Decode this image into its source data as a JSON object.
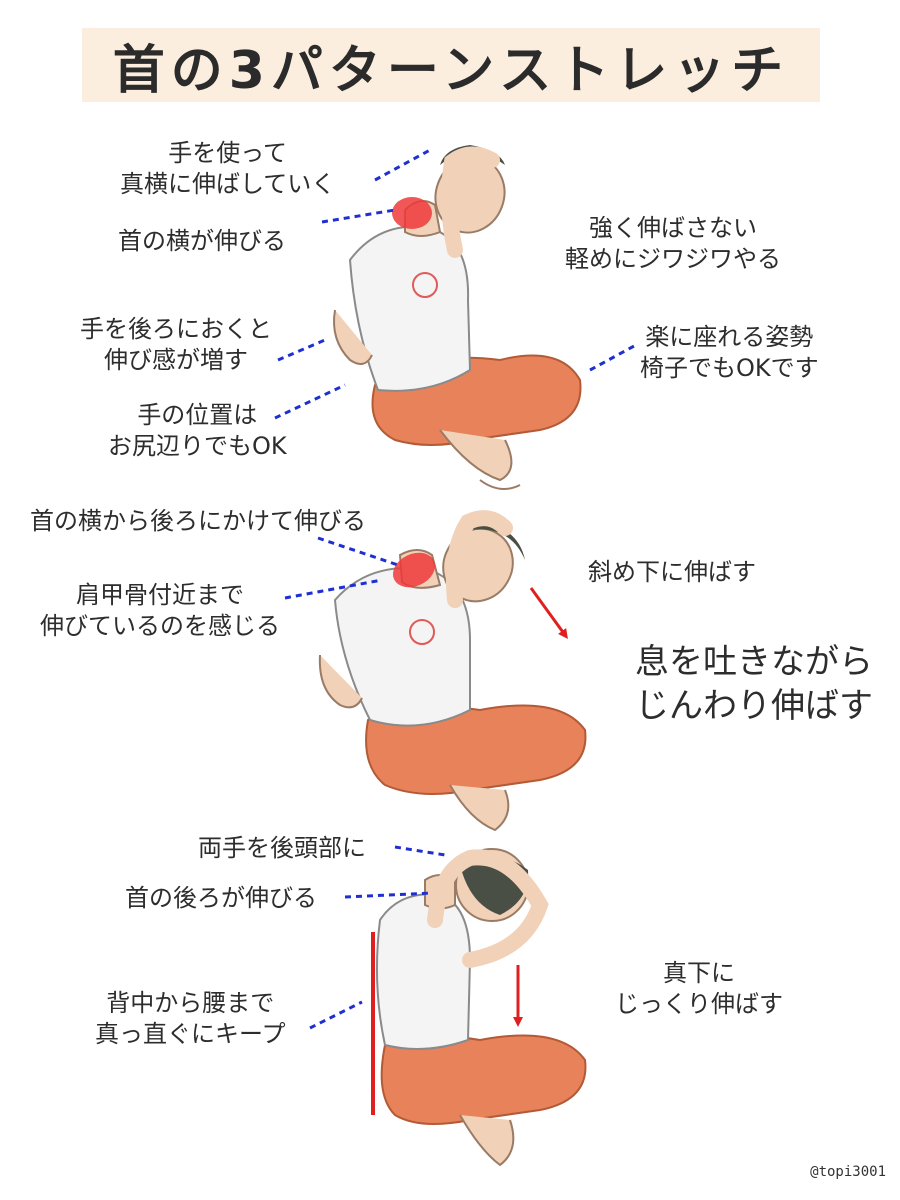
{
  "title": "首の3パターンストレッチ",
  "section1": {
    "callout_hand": [
      "手を使って",
      "真横に伸ばしていく"
    ],
    "callout_neck": "首の横が伸びる",
    "callout_gentle": [
      "強く伸ばさない",
      "軽めにジワジワやる"
    ],
    "callout_hand_back": [
      "手を後ろにおくと",
      "伸び感が増す"
    ],
    "callout_posture": [
      "楽に座れる姿勢",
      "椅子でもOKです"
    ],
    "callout_hand_pos": [
      "手の位置は",
      "お尻辺りでもOK"
    ]
  },
  "section2": {
    "callout_neck": "首の横から後ろにかけて伸びる",
    "callout_direction": "斜め下に伸ばす",
    "callout_scapula": [
      "肩甲骨付近まで",
      "伸びているのを感じる"
    ],
    "callout_breath": [
      "息を吐きながら",
      "じんわり伸ばす"
    ]
  },
  "section3": {
    "callout_hands": "両手を後頭部に",
    "callout_neck": "首の後ろが伸びる",
    "callout_direction": [
      "真下に",
      "じっくり伸ばす"
    ],
    "callout_back": [
      "背中から腰まで",
      "真っ直ぐにキープ"
    ]
  },
  "credit": "@topi3001",
  "colors": {
    "title_bg": "#fbeede",
    "leader_line": "#1f2fd0",
    "arrow": "#e02020",
    "highlight": "#f03a3a",
    "shorts": "#e8825a",
    "skin": "#f1d2b8"
  }
}
